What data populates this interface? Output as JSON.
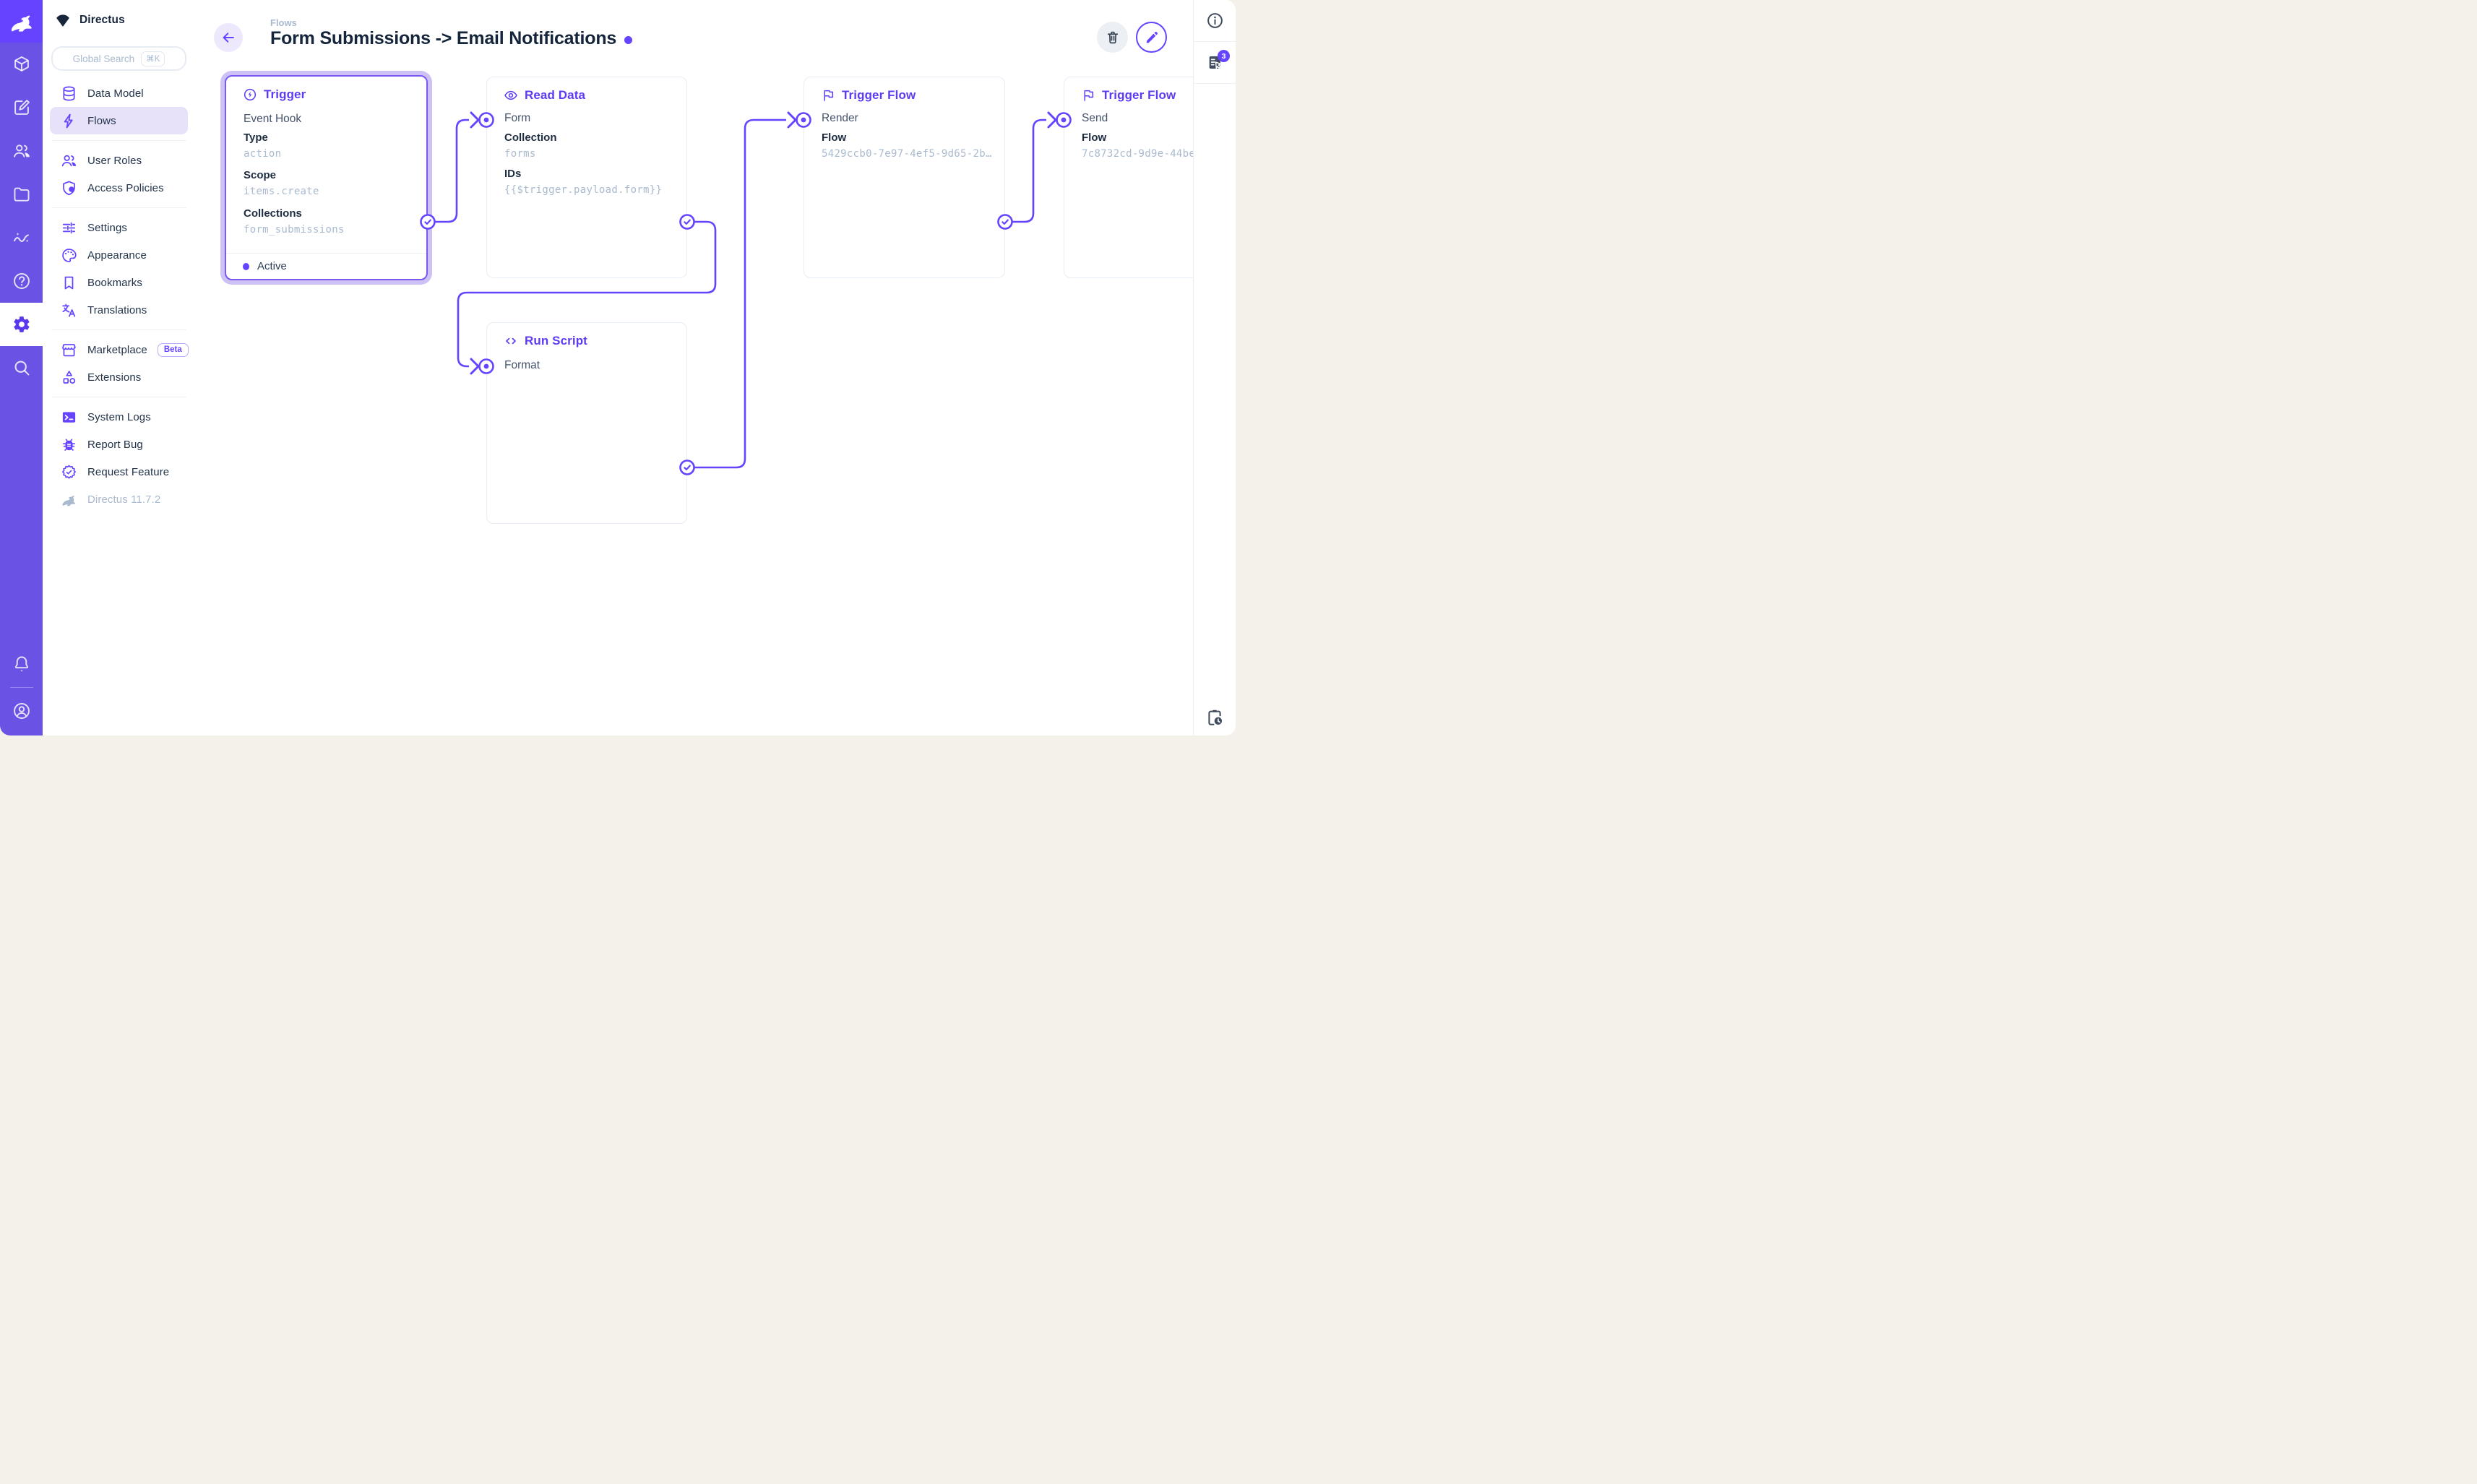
{
  "app": {
    "project_name": "Directus"
  },
  "colors": {
    "accent": "#6644FF",
    "rail_background": "#6A52E4",
    "logo_background": "#6644FF",
    "nav_active_background": "#E7E1FA",
    "selected_panel_glow": "#CDC1F6",
    "panel_border": "#E7EDF4",
    "text_dark": "#15253B",
    "mono_value": "#A9BACF",
    "page_background": "#F4F1EB"
  },
  "module_rail": {
    "icons": [
      "box-icon",
      "edit-icon",
      "people-icon",
      "folder-icon",
      "insights-icon",
      "help-icon",
      "settings-icon",
      "search-icon",
      "bell-icon",
      "account-icon"
    ],
    "active": "settings-icon"
  },
  "sidebar": {
    "search": {
      "placeholder": "Global Search",
      "shortcut": "⌘K"
    },
    "items": [
      {
        "label": "Data Model",
        "icon": "database-icon"
      },
      {
        "label": "Flows",
        "icon": "bolt-icon",
        "active": true
      },
      {
        "label": "User Roles",
        "icon": "users-icon"
      },
      {
        "label": "Access Policies",
        "icon": "shield-user-icon"
      },
      {
        "label": "Settings",
        "icon": "tune-icon"
      },
      {
        "label": "Appearance",
        "icon": "palette-icon"
      },
      {
        "label": "Bookmarks",
        "icon": "bookmark-icon"
      },
      {
        "label": "Translations",
        "icon": "translate-icon"
      },
      {
        "label": "Marketplace",
        "icon": "storefront-icon",
        "badge": "Beta"
      },
      {
        "label": "Extensions",
        "icon": "shapes-icon"
      },
      {
        "label": "System Logs",
        "icon": "terminal-icon"
      },
      {
        "label": "Report Bug",
        "icon": "bug-icon"
      },
      {
        "label": "Request Feature",
        "icon": "seal-check-icon"
      }
    ],
    "version": "Directus 11.7.2"
  },
  "header": {
    "breadcrumb": "Flows",
    "title": "Form Submissions -> Email Notifications"
  },
  "rightbar": {
    "notifications_count": "3"
  },
  "flow": {
    "trigger": {
      "title": "Trigger",
      "subtitle": "Event Hook",
      "fields": [
        {
          "label": "Type",
          "value": "action"
        },
        {
          "label": "Scope",
          "value": "items.create"
        },
        {
          "label": "Collections",
          "value": "form_submissions"
        }
      ],
      "status": "Active"
    },
    "read_data": {
      "title": "Read Data",
      "input_label": "Form",
      "fields": [
        {
          "label": "Collection",
          "value": "forms"
        },
        {
          "label": "IDs",
          "value": "{{$trigger.payload.form}}"
        }
      ]
    },
    "trigger_flow_render": {
      "title": "Trigger Flow",
      "input_label": "Render",
      "fields": [
        {
          "label": "Flow",
          "value": "5429ccb0-7e97-4ef5-9d65-2b…"
        }
      ]
    },
    "trigger_flow_send": {
      "title": "Trigger Flow",
      "input_label": "Send",
      "fields": [
        {
          "label": "Flow",
          "value": "7c8732cd-9d9e-44be"
        }
      ]
    },
    "run_script": {
      "title": "Run Script",
      "input_label": "Format"
    }
  }
}
